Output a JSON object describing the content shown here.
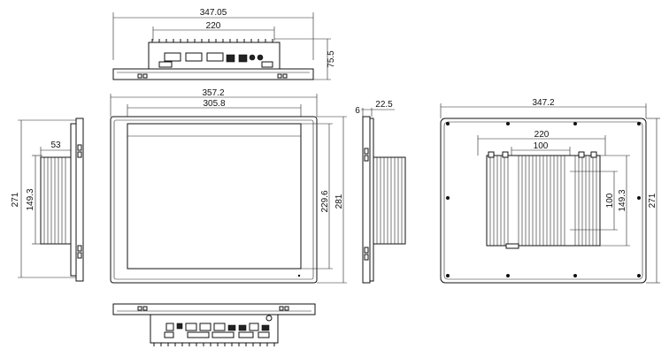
{
  "drawing": {
    "dimensions": {
      "top_width": "347.05",
      "top_io_width": "220",
      "top_depth": "75.5",
      "front_outer_width": "357.2",
      "front_inner_width": "305.8",
      "front_inner_height": "229.6",
      "front_outer_height": "281",
      "side_small": "6",
      "side_depth": "22.5",
      "left_heatsink": "53",
      "left_height": "271",
      "left_heatsink_height": "149.3",
      "back_width": "347.2",
      "back_heatsink_width": "220",
      "back_bracket_width": "100",
      "back_bracket_height": "100",
      "back_heatsink_height": "149.3",
      "back_height": "271"
    }
  }
}
